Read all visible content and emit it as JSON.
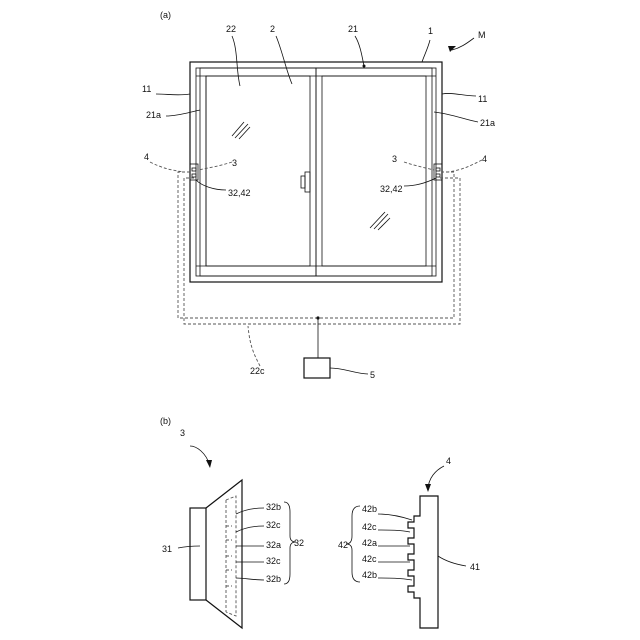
{
  "fig_a": {
    "label": "(a)",
    "labels": {
      "n22": "22",
      "n2": "2",
      "n21": "21",
      "n1": "1",
      "nM": "M",
      "n11_left": "11",
      "n11_right": "11",
      "n21a_left": "21a",
      "n21a_right": "21a",
      "n4_left": "4",
      "n3_left": "3",
      "n3_right": "3",
      "n4_right": "4",
      "n3242_left": "32,42",
      "n3242_right": "32,42",
      "n22c": "22c",
      "n5": "5"
    }
  },
  "fig_b": {
    "label": "(b)",
    "labels": {
      "n3": "3",
      "n31": "31",
      "n32b_top": "32b",
      "n32c_top": "32c",
      "n32a": "32a",
      "n32c_bot": "32c",
      "n32b_bot": "32b",
      "n32": "32",
      "n4": "4",
      "n41": "41",
      "n42": "42",
      "n42b_top": "42b",
      "n42c_top": "42c",
      "n42a": "42a",
      "n42c_bot": "42c",
      "n42b_bot": "42b"
    }
  }
}
